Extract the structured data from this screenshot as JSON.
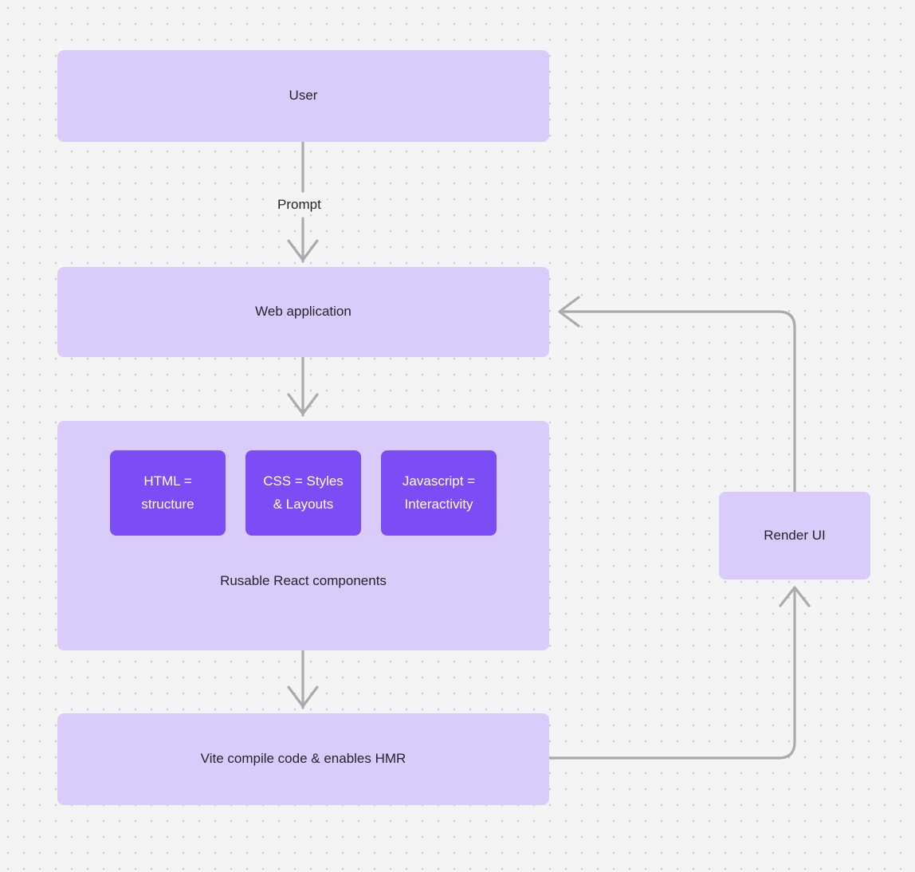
{
  "diagram": {
    "type": "flowchart",
    "background_color": "#f4f4f5",
    "grid": "dot-grid",
    "node_fill": "#d9ccfa",
    "chip_fill": "#7c4df5",
    "edge_color": "#ababab",
    "text_color": "#26232e"
  },
  "nodes": {
    "user": {
      "label": "User"
    },
    "webapp": {
      "label": "Web application"
    },
    "group": {
      "caption": "Rusable React components",
      "chips": [
        {
          "label": "HTML =\nstructure"
        },
        {
          "label": "CSS = Styles\n& Layouts"
        },
        {
          "label": "Javascript =\nInteractivity"
        }
      ]
    },
    "vite": {
      "label": "Vite compile code & enables HMR"
    },
    "render": {
      "label": "Render UI"
    }
  },
  "edges": {
    "prompt_label": "Prompt",
    "list": [
      {
        "from": "user",
        "to": "webapp",
        "label": "Prompt",
        "direction": "down"
      },
      {
        "from": "webapp",
        "to": "group",
        "label": "",
        "direction": "down"
      },
      {
        "from": "group",
        "to": "vite",
        "label": "",
        "direction": "down"
      },
      {
        "from": "vite",
        "to": "render",
        "label": "",
        "direction": "right-then-up"
      },
      {
        "from": "render",
        "to": "webapp",
        "label": "",
        "direction": "up-then-left"
      }
    ]
  }
}
